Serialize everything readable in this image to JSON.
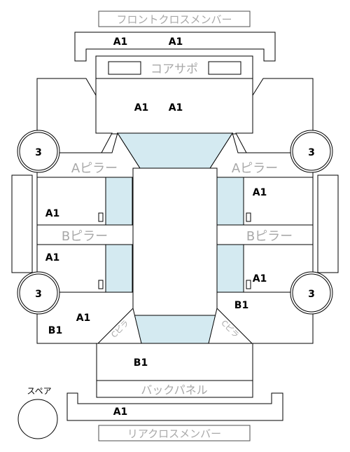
{
  "labels": {
    "front_cross_member": "フロントクロスメンバー",
    "core_support": "コアサポ",
    "a_pillar_left": "Aピラー",
    "a_pillar_right": "Aピラー",
    "b_pillar_left": "Bピラー",
    "b_pillar_right": "Bピラー",
    "back_panel": "バックパネル",
    "rear_cross_member": "リアクロスメンバー",
    "spare": "スペア",
    "c_left": "Cピラ",
    "c_right": "Cピラ"
  },
  "grades": {
    "front_member_left": "A1",
    "front_member_right": "A1",
    "engine_left": "A1",
    "engine_right": "A1",
    "left_door_front": "A1",
    "left_door_rear": "A1",
    "right_door_front": "A1",
    "right_door_rear": "A1",
    "left_quarter_a": "A1",
    "left_quarter_b": "B1",
    "right_quarter": "B1",
    "trunk": "B1",
    "rear_member": "A1",
    "wheel_front_left": "3",
    "wheel_front_right": "3",
    "wheel_rear_left": "3",
    "wheel_rear_right": "3"
  },
  "colors": {
    "glass": "#d4eaf1",
    "label_gray": "#a8a8a8"
  }
}
